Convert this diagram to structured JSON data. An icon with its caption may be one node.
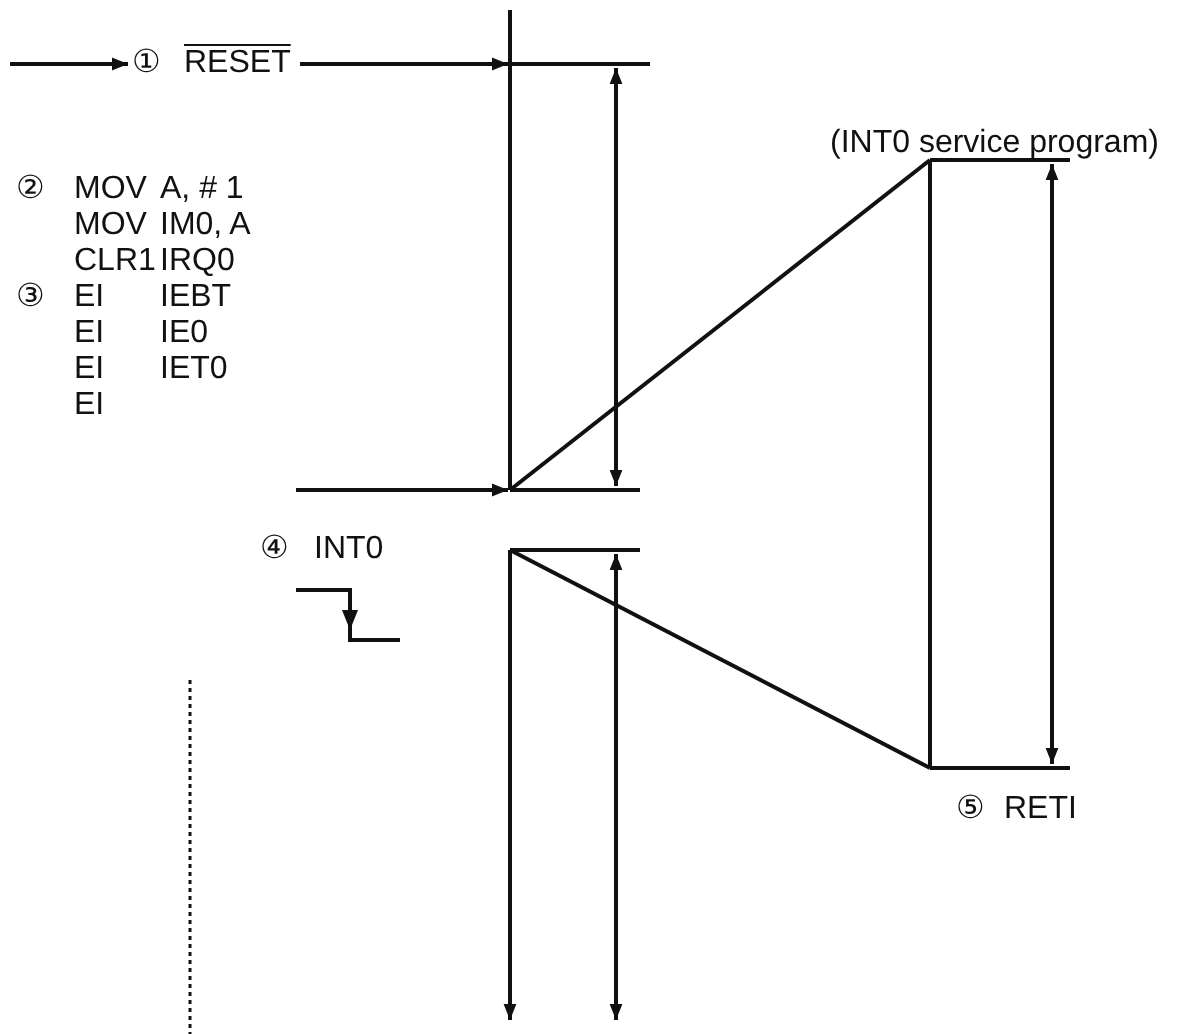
{
  "diagram": {
    "labels": [
      "①",
      "RESET",
      "(INT0 service program)",
      "②",
      "MOV",
      "A, # 1",
      "MOV",
      "IM0, A",
      "CLR1",
      "IRQ0",
      "③",
      "EI",
      "IEBT",
      "EI",
      "IE0",
      "EI",
      "IET0",
      "EI",
      "④",
      "INT0",
      "⑤",
      "RETI"
    ]
  }
}
